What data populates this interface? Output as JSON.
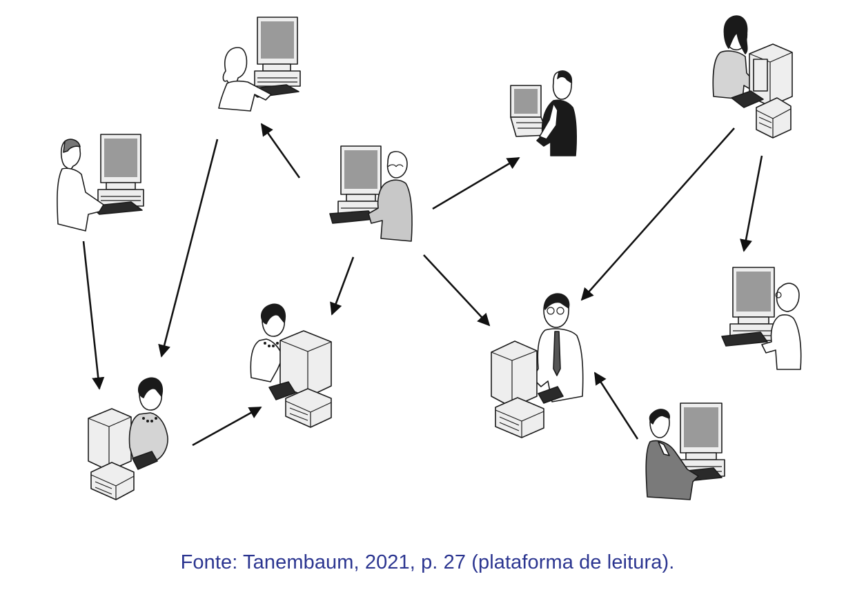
{
  "caption": "Fonte: Tanembaum, 2021, p. 27 (plataforma de leitura).",
  "colors": {
    "caption": "#2b3590",
    "screen": "#9a9a9a",
    "case": "#eeeeee",
    "ink": "#1a1a1a",
    "hair": "#1a1a1a",
    "jacket": "#7a7a7a",
    "vest": "#1a1a1a"
  },
  "nodes": [
    {
      "id": "n1",
      "figure": "desk-user-monitor-right",
      "person": "woman-curly-hair"
    },
    {
      "id": "n2",
      "figure": "desk-user-monitor-right",
      "person": "man-short-hair"
    },
    {
      "id": "n3",
      "figure": "desk-user-monitor-left",
      "person": "bald-man-grey-sweater"
    },
    {
      "id": "n4",
      "figure": "laptop-user",
      "person": "man-dark-vest"
    },
    {
      "id": "n5",
      "figure": "crt-user",
      "person": "woman-bob-hair"
    },
    {
      "id": "n6",
      "figure": "crt-user",
      "person": "woman-necklace"
    },
    {
      "id": "n7",
      "figure": "crt-user",
      "person": "woman-necklace"
    },
    {
      "id": "n8",
      "figure": "crt-user",
      "person": "man-glasses-tie"
    },
    {
      "id": "n9",
      "figure": "desk-user-monitor-left",
      "person": "woman-glasses"
    },
    {
      "id": "n10",
      "figure": "desk-user-monitor-left",
      "person": "man-dark-jacket"
    }
  ],
  "edges": [
    {
      "from": "n3",
      "to": "n1"
    },
    {
      "from": "n3",
      "to": "n4"
    },
    {
      "from": "n3",
      "to": "n7"
    },
    {
      "from": "n3",
      "to": "n8"
    },
    {
      "from": "n1",
      "to": "n6"
    },
    {
      "from": "n2",
      "to": "n6"
    },
    {
      "from": "n6",
      "to": "n7"
    },
    {
      "from": "n5",
      "to": "n8"
    },
    {
      "from": "n5",
      "to": "n9"
    },
    {
      "from": "n10",
      "to": "n8"
    }
  ]
}
